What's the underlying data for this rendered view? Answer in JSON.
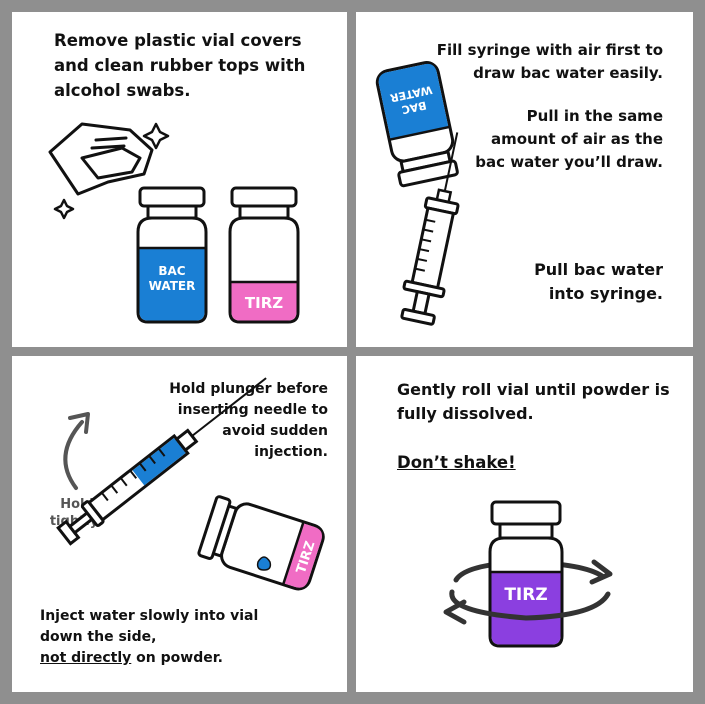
{
  "panels": {
    "remove_covers": {
      "instruction": "Remove plastic vial covers and clean rubber tops with alcohol swabs.",
      "vial_left_label_1": "BAC",
      "vial_left_label_2": "WATER",
      "vial_right_label": "TIRZ"
    },
    "fill_syringe": {
      "instruction_1": "Fill syringe with air first to draw bac water easily.",
      "instruction_2": "Pull in the same amount of air as the bac water you’ll draw.",
      "instruction_3": "Pull bac water into syringe.",
      "vial_label_1": "BAC",
      "vial_label_2": "WATER"
    },
    "inject_water": {
      "instruction_1": "Hold plunger before inserting needle to avoid sudden injection.",
      "hold_label": "Hold tightly!",
      "instruction_2_part1": "Inject water slowly into vial down the side,",
      "instruction_2_emphasis": "not directly",
      "instruction_2_part2": "on powder.",
      "vial_label": "TIRZ"
    },
    "roll_vial": {
      "instruction_1": "Gently roll vial until powder is fully dissolved.",
      "instruction_2": "Don’t shake!",
      "vial_label": "TIRZ"
    }
  },
  "colors": {
    "frame": "#8f8f8f",
    "bac_water": "#1a7fd4",
    "tirz_pink": "#f06cc4",
    "tirz_purple": "#8b3fe0",
    "ink": "#111111",
    "arrow_gray": "#555555"
  }
}
